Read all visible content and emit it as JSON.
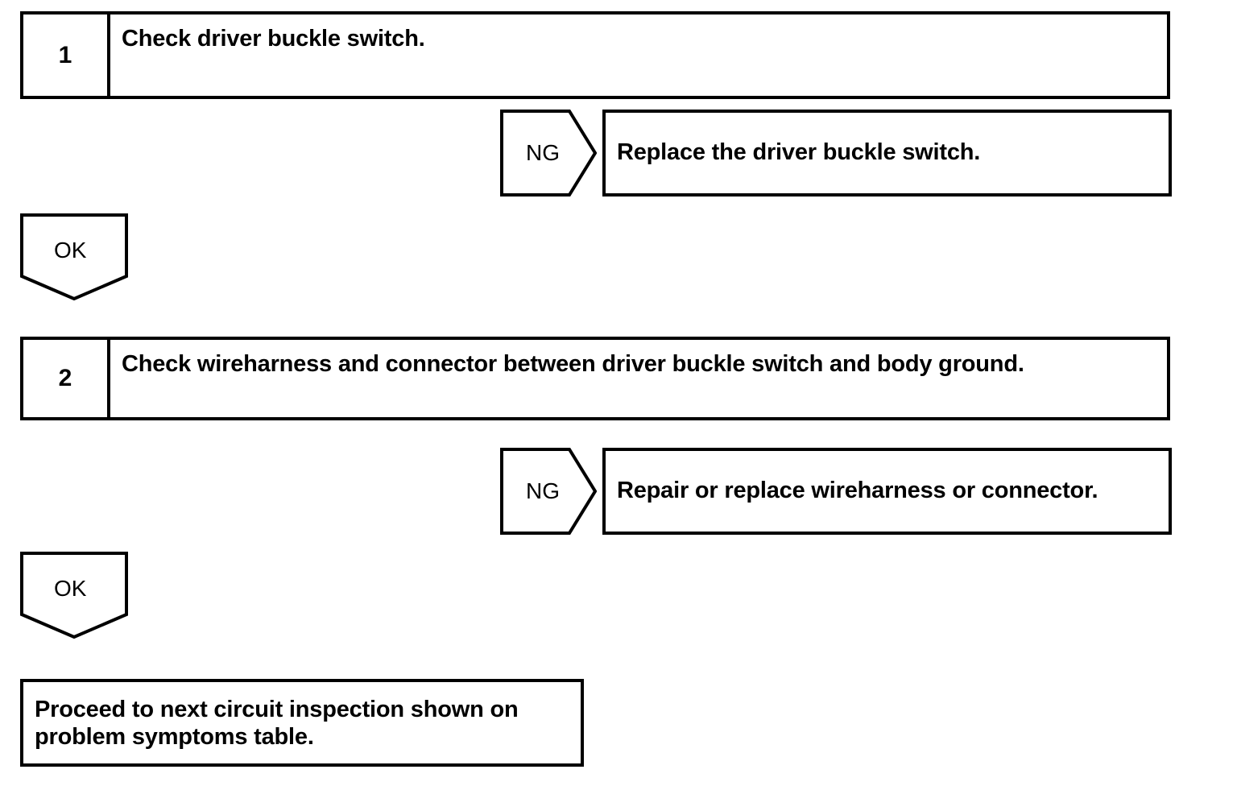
{
  "document": {
    "type": "troubleshooting-flowchart",
    "title": "Driver buckle switch circuit inspection",
    "line_color": "#000000",
    "background_color": "#ffffff"
  },
  "steps": [
    {
      "number": "1",
      "text": "Check driver buckle switch.",
      "ng": {
        "tag": "NG",
        "action": "Replace the driver buckle switch."
      },
      "ok": {
        "tag": "OK"
      }
    },
    {
      "number": "2",
      "text": "Check wireharness and connector between driver buckle switch and body ground.",
      "ng": {
        "tag": "NG",
        "action": "Repair or replace wireharness or connector."
      },
      "ok": {
        "tag": "OK"
      }
    }
  ],
  "final": {
    "text": "Proceed to next circuit inspection shown on problem symptoms table."
  }
}
